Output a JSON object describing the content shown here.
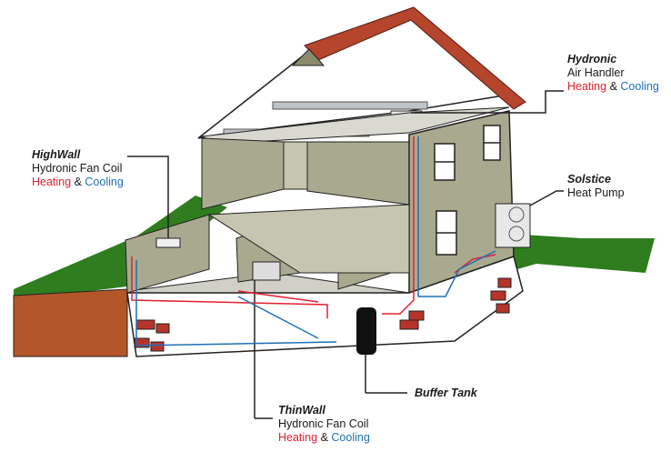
{
  "labels": {
    "hydronic": {
      "name": "Hydronic",
      "desc": "Air Handler",
      "heating": "Heating",
      "amp": "&",
      "cooling": "Cooling"
    },
    "highwall": {
      "name": "HighWall",
      "desc": "Hydronic Fan Coil",
      "heating": "Heating",
      "amp": "&",
      "cooling": "Cooling"
    },
    "solstice": {
      "name": "Solstice",
      "desc": "Heat Pump"
    },
    "buffer": {
      "name": "Buffer Tank"
    },
    "thinwall": {
      "name": "ThinWall",
      "desc": "Hydronic Fan Coil",
      "heating": "Heating",
      "amp": "&",
      "cooling": "Cooling"
    }
  },
  "colors": {
    "heating": "#e5202e",
    "cooling": "#1e70b8",
    "grass": "#2f7d1f",
    "soil": "#b4562a",
    "roof": "#b5452c",
    "wall": "#a9a98f",
    "brick": "#b7342a"
  }
}
